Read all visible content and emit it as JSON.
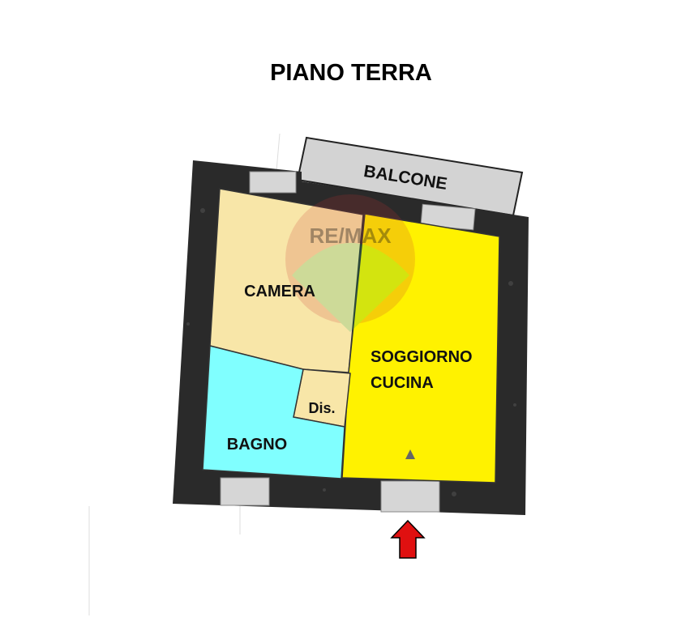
{
  "title": "PIANO TERRA",
  "rooms": {
    "balcone": "BALCONE",
    "camera": "CAMERA",
    "soggiorno_line1": "SOGGIORNO",
    "soggiorno_line2": "CUCINA",
    "disimpegno": "Dis.",
    "bagno": "BAGNO"
  },
  "watermark": "RE/MAX",
  "colors": {
    "wall": "#2a2a2a",
    "balcone": "#d3d3d3",
    "camera": "#f8e6a8",
    "disimpegno": "#f8e6a8",
    "soggiorno": "#fff200",
    "bagno": "#80ffff",
    "entrance_arrow": "#e01010"
  },
  "icons": {
    "entrance": "arrow-up-icon"
  }
}
